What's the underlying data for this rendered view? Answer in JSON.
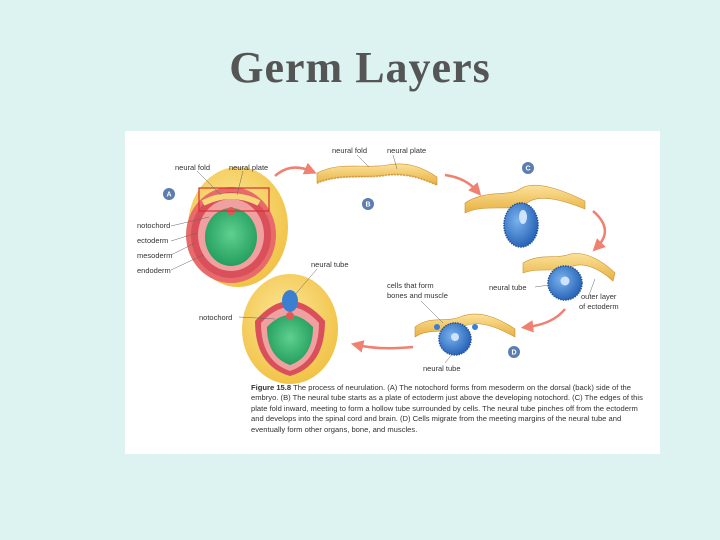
{
  "slide": {
    "title": "Germ Layers"
  },
  "figure": {
    "labels": {
      "neural_fold_a": "neural fold",
      "neural_plate_a": "neural plate",
      "neural_fold_b": "neural fold",
      "neural_plate_b": "neural plate",
      "notochord_a": "notochord",
      "ectoderm": "ectoderm",
      "mesoderm": "mesoderm",
      "endoderm": "endoderm",
      "neural_tube_top": "neural tube",
      "notochord_d": "notochord",
      "cells_line1": "cells that form",
      "cells_line2": "bones and muscle",
      "neural_tube_right": "neural tube",
      "outer_line1": "outer layer",
      "outer_line2": "of ectoderm",
      "neural_tube_bottom": "neural tube"
    },
    "badges": {
      "a": "A",
      "b": "B",
      "c": "C",
      "d": "D"
    },
    "caption": {
      "bold_prefix": "Figure 15.8",
      "text": " The process of neurulation. (A) The notochord forms from mesoderm on the dorsal (back) side of the embryo. (B) The neural tube starts as a plate of ectoderm just above the developing notochord. (C) The edges of this plate fold inward, meeting to form a hollow tube surrounded by cells. The neural tube pinches off from the ectoderm and develops into the spinal cord and brain. (D) Cells migrate from the meeting margins of the neural tube and eventually form other organs, bone, and muscles."
    },
    "colors": {
      "ectoderm": "#f2c94c",
      "mesoderm": "#e06060",
      "endoderm": "#2bb070",
      "neural_tube": "#3a7fd0",
      "arrows": "#f08070",
      "badge": "#5b7db0",
      "highlight_box": "#d93030"
    }
  }
}
